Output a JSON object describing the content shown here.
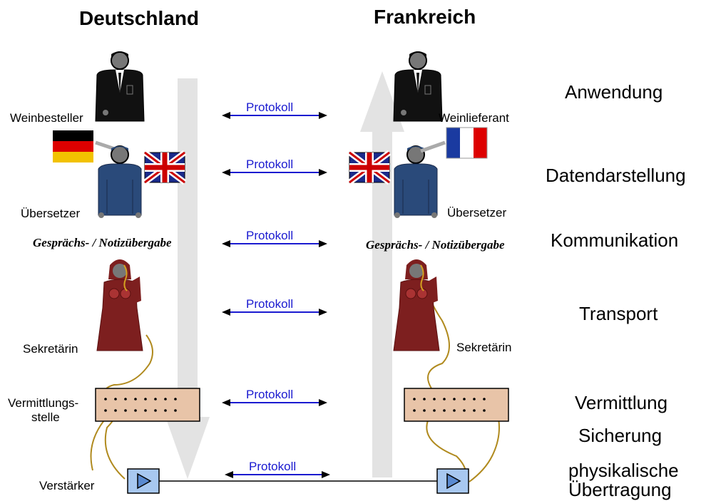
{
  "headers": {
    "left": "Deutschland",
    "right": "Frankreich"
  },
  "layers": [
    "Anwendung",
    "Datendarstellung",
    "Kommunikation",
    "Transport",
    "Vermittlung",
    "Sicherung",
    "physikalische",
    "Übertragung"
  ],
  "protocol_label": "Protokoll",
  "left_labels": {
    "weinbesteller": "Weinbesteller",
    "uebersetzer": "Übersetzer",
    "gespraech": "Gesprächs- / Notizübergabe",
    "sekretaerin": "Sekretärin",
    "vermittlung_line1": "Vermittlungs-",
    "vermittlung_line2": "stelle",
    "verstaerker": "Verstärker"
  },
  "right_labels": {
    "weinlieferant": "Weinlieferant",
    "uebersetzer": "Übersetzer",
    "gespraech": "Gesprächs- / Notizübergabe",
    "sekretaerin": "Sekretärin"
  },
  "colors": {
    "protocol_arrow": "#1a1ad0",
    "flow_arrow": "#e3e3e3",
    "suit": "#111111",
    "translator": "#2a4a7a",
    "secretary": "#7d1f1f",
    "switchboard": "#e8c4a8",
    "amplifier": "#a8c8f0",
    "cable": "#b08a1e"
  }
}
